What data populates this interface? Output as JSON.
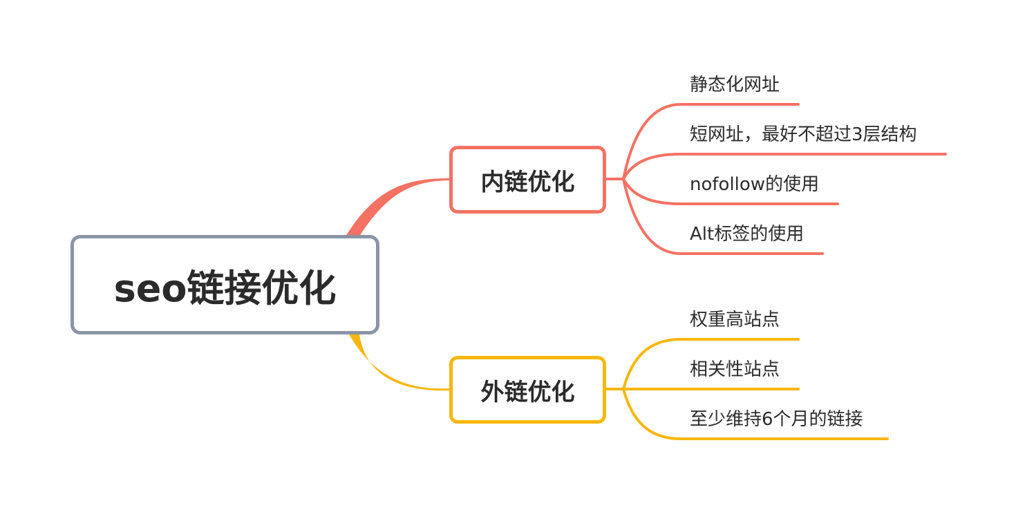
{
  "mindmap": {
    "root": {
      "label": "seo链接优化",
      "color": "#8a94a6"
    },
    "branches": [
      {
        "label": "内链优化",
        "color": "#f47263",
        "leaves": [
          "静态化网址",
          "短网址，最好不超过3层结构",
          "nofollow的使用",
          "Alt标签的使用"
        ]
      },
      {
        "label": "外链优化",
        "color": "#f8b60f",
        "leaves": [
          "权重高站点",
          "相关性站点",
          "至少维持6个月的链接"
        ]
      }
    ]
  }
}
